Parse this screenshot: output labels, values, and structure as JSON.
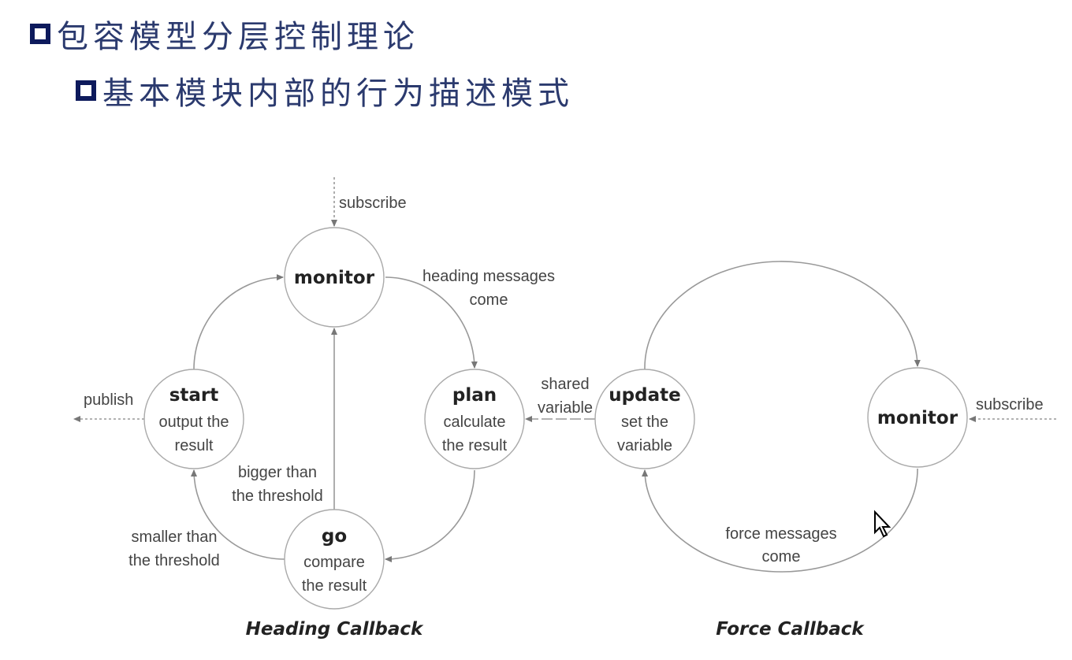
{
  "slide": {
    "title": "包容模型分层控制理论",
    "subtitle": "基本模块内部的行为描述模式"
  },
  "heading_callback": {
    "caption": "Heading Callback",
    "nodes": {
      "monitor": {
        "title": "monitor"
      },
      "start": {
        "title": "start",
        "line1": "output the",
        "line2": "result"
      },
      "plan": {
        "title": "plan",
        "line1": "calculate",
        "line2": "the result"
      },
      "go": {
        "title": "go",
        "line1": "compare",
        "line2": "the result"
      }
    },
    "labels": {
      "subscribe": "subscribe",
      "heading1": "heading messages",
      "heading2": "come",
      "publish": "publish",
      "bigger1": "bigger than",
      "bigger2": "the threshold",
      "smaller1": "smaller than",
      "smaller2": "the threshold"
    }
  },
  "shared": {
    "line1": "shared",
    "line2": "variable"
  },
  "force_callback": {
    "caption": "Force Callback",
    "nodes": {
      "update": {
        "title": "update",
        "line1": "set the",
        "line2": "variable"
      },
      "monitor": {
        "title": "monitor"
      }
    },
    "labels": {
      "subscribe": "subscribe",
      "force1": "force  messages",
      "force2": "come"
    }
  },
  "colors": {
    "title": "#2b3a6e",
    "bullet": "#0d1a5c",
    "line": "#999999"
  }
}
